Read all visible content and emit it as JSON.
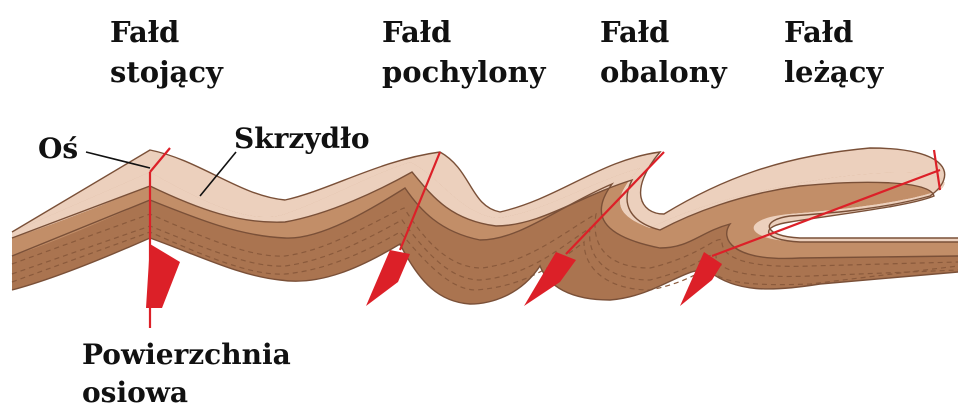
{
  "title_labels": {
    "standing": {
      "line1": "Fałd",
      "line2": "stojący"
    },
    "inclined": {
      "line1": "Fałd",
      "line2": "pochylony"
    },
    "overturned": {
      "line1": "Fałd",
      "line2": "obalony"
    },
    "recumbent": {
      "line1": "Fałd",
      "line2": "leżący"
    }
  },
  "part_labels": {
    "axis": "Oś",
    "limb": "Skrzydło",
    "axial_surface": {
      "line1": "Powierzchnia",
      "line2": "osiowa"
    }
  },
  "colors": {
    "layer_light": "#ecd0bd",
    "layer_mid": "#c28e68",
    "layer_dark": "#aa7450",
    "layer_outline": "#7a5038",
    "dashed_lines": "#8a5a3c",
    "axial_red": "#dc2028"
  }
}
